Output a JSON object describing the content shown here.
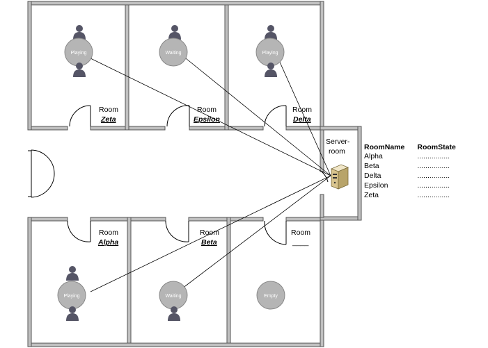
{
  "rooms": [
    {
      "key": "zeta",
      "prefix": "Room",
      "name": "Zeta",
      "state": "Playing"
    },
    {
      "key": "epsilon",
      "prefix": "Room",
      "name": "Epsilon",
      "state": "Waiting"
    },
    {
      "key": "delta",
      "prefix": "Room",
      "name": "Delta",
      "state": "Playing"
    },
    {
      "key": "alpha",
      "prefix": "Room",
      "name": "Alpha",
      "state": "Playing"
    },
    {
      "key": "beta",
      "prefix": "Room",
      "name": "Beta",
      "state": "Waiting"
    },
    {
      "key": "empty",
      "prefix": "Room",
      "name": "____",
      "state": "Empty"
    }
  ],
  "server": {
    "line1": "Server-",
    "line2": "room"
  },
  "legend": {
    "col1": "RoomName",
    "col2": "RoomState",
    "rows": [
      {
        "name": "Alpha",
        "state": "................"
      },
      {
        "name": "Beta",
        "state": "................"
      },
      {
        "name": "Delta",
        "state": "................"
      },
      {
        "name": "Epsilon",
        "state": "................"
      },
      {
        "name": "Zeta",
        "state": "................"
      }
    ]
  },
  "colors": {
    "wall": "#c0c0c0",
    "wall_edge": "#555555",
    "table": "#b5b5b5",
    "person": "#555566",
    "line": "#000000"
  },
  "icons": [
    "person-icon",
    "server-icon",
    "door-arc"
  ]
}
